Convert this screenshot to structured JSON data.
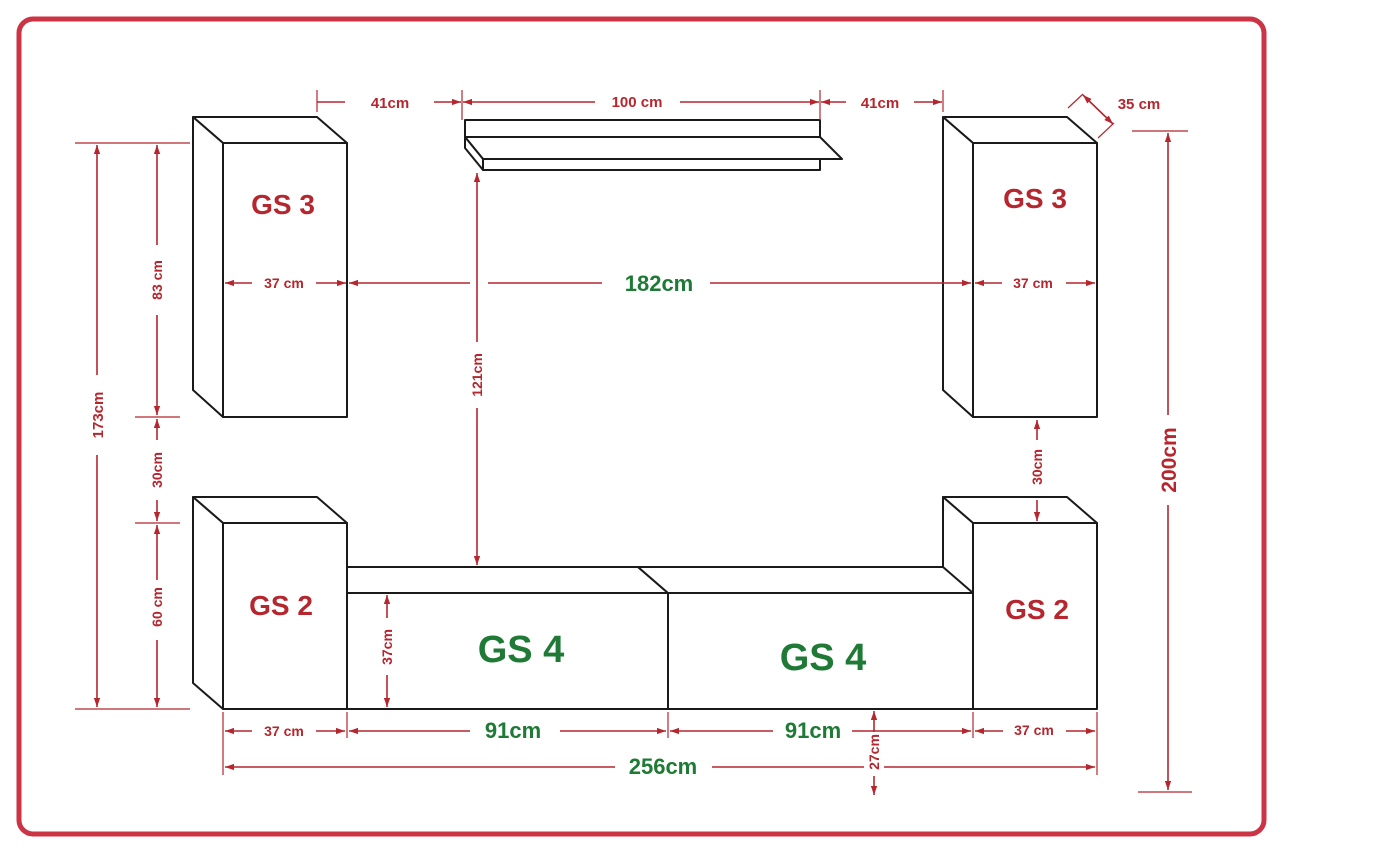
{
  "colors": {
    "frame": "#cc3344",
    "dimension": "#b5262e",
    "green_label": "#1e7a35",
    "outline": "#1a1a1a"
  },
  "units": {
    "top_left": "GS 3",
    "top_right": "GS 3",
    "bottom_left": "GS 2",
    "bottom_right": "GS 2",
    "tv_left": "GS 4",
    "tv_right": "GS 4"
  },
  "dimensions": {
    "shelf_gap_left": "41cm",
    "shelf_width": "100 cm",
    "shelf_gap_right": "41cm",
    "depth": "35 cm",
    "upper_span": "182cm",
    "top_left_width": "37 cm",
    "top_right_width": "37 cm",
    "upper_height": "83 cm",
    "left_total_height": "173cm",
    "gap_height_left": "30cm",
    "lower_height": "60 cm",
    "shelf_to_tv": "121cm",
    "gap_height_right": "30cm",
    "total_height": "200cm",
    "tv_height": "37cm",
    "bottom_left_width": "37 cm",
    "tv_left_width": "91cm",
    "tv_right_width": "91cm",
    "bottom_right_width": "37 cm",
    "total_width": "256cm",
    "floor_gap": "27cm"
  }
}
